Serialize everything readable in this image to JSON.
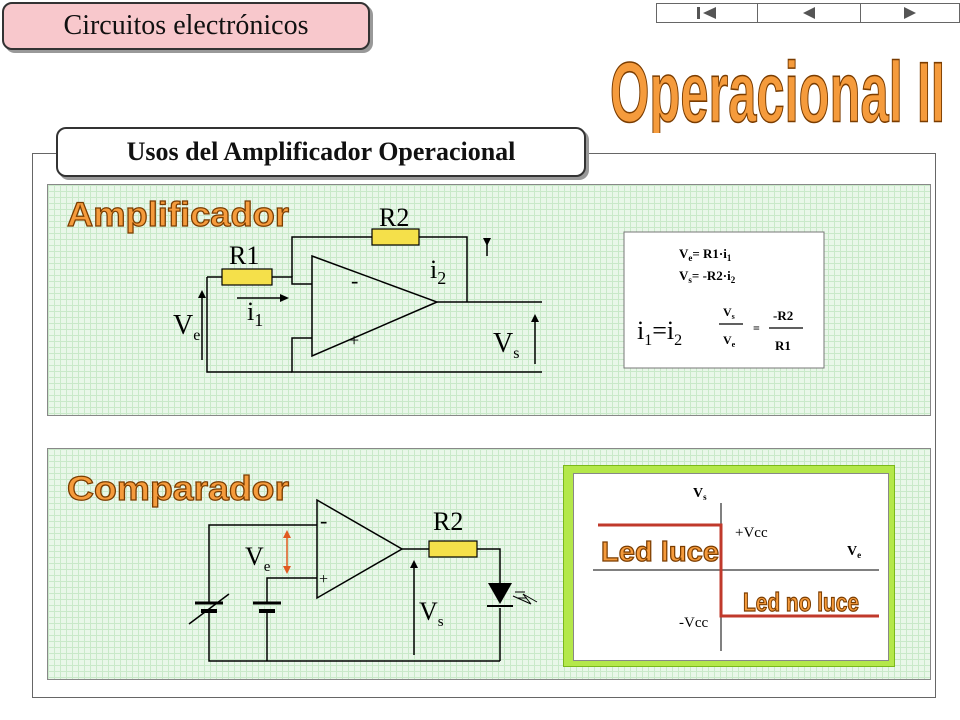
{
  "header": {
    "course_title": "Circuitos electrónicos",
    "topic_title": "Operacional II"
  },
  "nav": {
    "buttons": [
      "first-slide-icon",
      "previous-slide-icon",
      "next-slide-icon"
    ]
  },
  "section": {
    "label": "Usos del Amplificador Operacional"
  },
  "amplifier": {
    "heading": "Amplificador",
    "r1": "R1",
    "r2": "R2",
    "i1": "i",
    "i1_sub": "1",
    "i2": "i",
    "i2_sub": "2",
    "ve": "V",
    "ve_sub": "e",
    "vs": "V",
    "vs_sub": "s",
    "minus": "-",
    "plus": "+",
    "formula": {
      "line1_v": "V",
      "line1_sub": "e",
      "line1_rest": "= R1·i",
      "line1_rest_sub": "1",
      "line2_v": "V",
      "line2_sub": "s",
      "line2_rest": "= -R2·i",
      "line2_rest_sub": "2",
      "current_eq_a": "i",
      "current_eq_a_sub": "1",
      "current_eq_mid": "=i",
      "current_eq_b_sub": "2",
      "ratio_num": "V",
      "ratio_num_sub": "s",
      "ratio_den": "V",
      "ratio_den_sub": "e",
      "equals": "=",
      "rhs_num": "-R2",
      "rhs_den": "R1"
    }
  },
  "comparator": {
    "heading": "Comparador",
    "r2": "R2",
    "ve": "V",
    "ve_sub": "e",
    "vs": "V",
    "vs_sub": "s",
    "minus": "-",
    "plus": "+",
    "graph": {
      "y_axis": "V",
      "y_axis_sub": "s",
      "x_axis": "V",
      "x_axis_sub": "e",
      "pos_level": "+Vcc",
      "neg_level": "-Vcc",
      "led_on": "Led luce",
      "led_off": "Led no luce"
    }
  },
  "colors": {
    "title_bg": "#f8c8cc",
    "panel_bg": "#e9f7e9",
    "resistor": "#f5e04a",
    "heading_orange": "#f59b3c",
    "curve_red": "#c0392b",
    "graph_frame": "#b4e84a"
  }
}
